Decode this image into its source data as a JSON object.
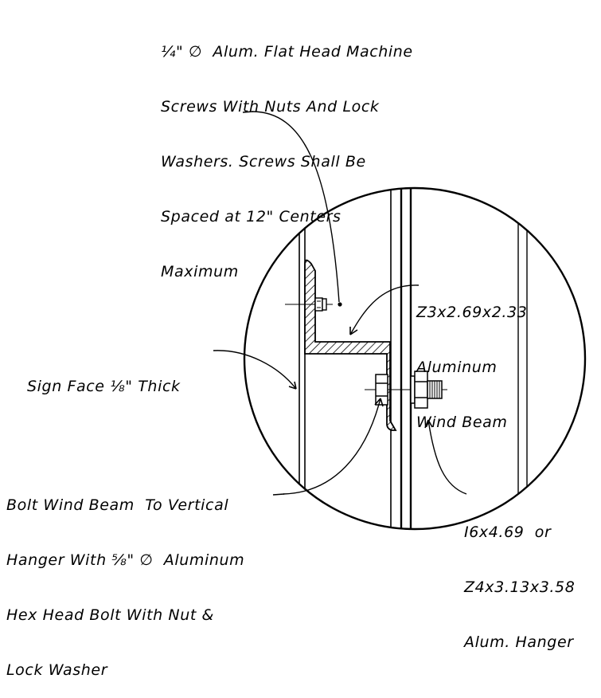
{
  "callouts": {
    "screws": {
      "lines": [
        "¼\" ∅  Alum. Flat Head Machine",
        "Screws With Nuts And Lock",
        "Washers. Screws Shall Be",
        "Spaced at 12\" Centers",
        "Maximum"
      ]
    },
    "wind_beam": {
      "lines": [
        "Z3x2.69x2.33",
        "Aluminum",
        "Wind Beam"
      ]
    },
    "sign_face": {
      "lines": [
        "Sign Face ⅛\" Thick"
      ]
    },
    "bolt": {
      "lines": [
        "Bolt Wind Beam  To Vertical",
        "Hanger With ⅝\" ∅  Aluminum",
        "Hex Head Bolt With Nut &",
        "Lock Washer"
      ]
    },
    "hanger": {
      "lines": [
        "I6x4.69  or",
        "Z4x3.13x3.58",
        "Alum. Hanger"
      ]
    }
  }
}
